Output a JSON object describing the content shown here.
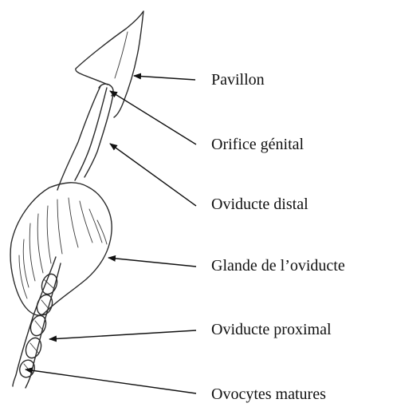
{
  "labels": [
    {
      "id": "pavillon",
      "text": "Pavillon"
    },
    {
      "id": "orifice-genital",
      "text": "Orifice génital"
    },
    {
      "id": "oviducte-distal",
      "text": "Oviducte distal"
    },
    {
      "id": "glande-oviducte",
      "text": "Glande de l’oviducte"
    },
    {
      "id": "oviducte-proximal",
      "text": "Oviducte proximal"
    },
    {
      "id": "ovocytes-matures",
      "text": "Ovocytes matures"
    }
  ],
  "colors": {
    "ink": "#2a2a2a",
    "text": "#111111",
    "background": "#ffffff"
  }
}
